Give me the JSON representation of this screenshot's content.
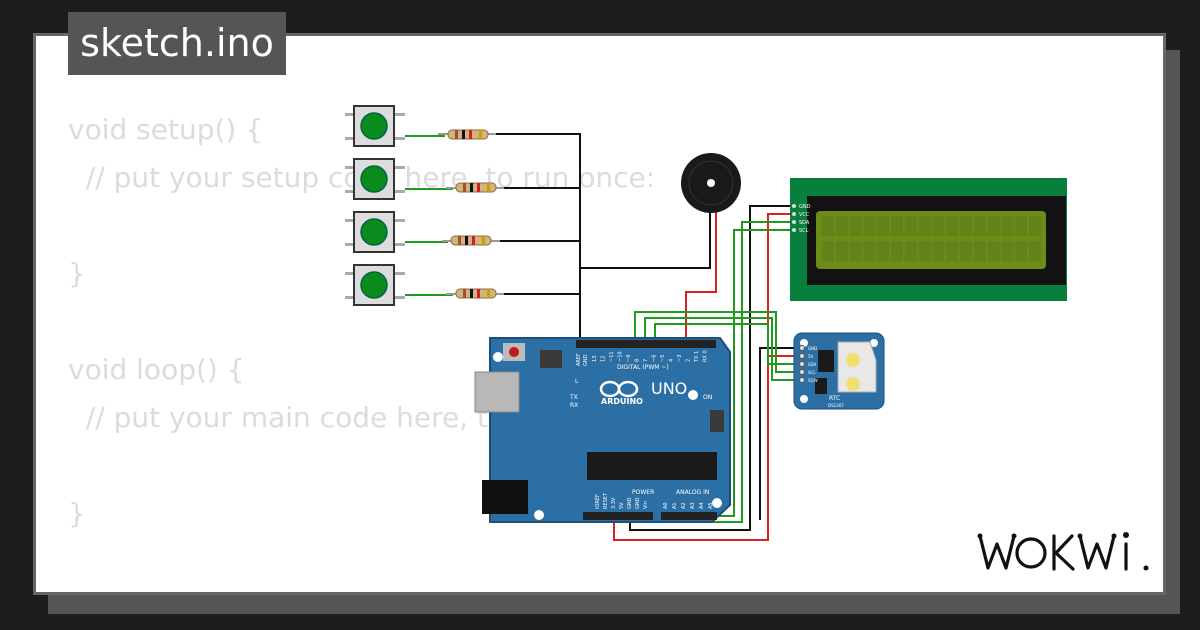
{
  "header": {
    "filename": "sketch.ino"
  },
  "code": {
    "lines": [
      "void setup() {",
      "  // put your setup code here, to run once:",
      "",
      "}",
      "",
      "void loop() {",
      "  // put your main code here, to run repeatedly:",
      "",
      "}"
    ]
  },
  "circuit": {
    "components": [
      "pushbutton",
      "pushbutton",
      "pushbutton",
      "pushbutton",
      "resistor",
      "resistor",
      "resistor",
      "resistor",
      "buzzer",
      "lcd-i2c",
      "arduino-uno",
      "rtc-ds1307"
    ],
    "arduino": {
      "brand": "ARDUINO",
      "model": "UNO",
      "digital_label": "DIGITAL (PWM ~)",
      "power_label": "POWER",
      "analog_label": "ANALOG IN",
      "on_label": "ON",
      "led_labels": [
        "L",
        "TX",
        "RX"
      ],
      "aref_label": "AREF",
      "gnd_label": "GND",
      "digital_pins": [
        "13",
        "12",
        "~11",
        "~10",
        "~9",
        "8",
        "7",
        "~6",
        "~5",
        "4",
        "~3",
        "2",
        "TX 1",
        "RX 0"
      ],
      "power_pins": [
        "IOREF",
        "RESET",
        "3.3V",
        "5V",
        "GND",
        "GND",
        "Vin"
      ],
      "analog_pins": [
        "A0",
        "A1",
        "A2",
        "A3",
        "A4",
        "A5"
      ]
    },
    "lcd": {
      "pins": [
        "GND",
        "VCC",
        "SDA",
        "SCL"
      ]
    },
    "rtc": {
      "label": "RTC",
      "chip": "DS1307",
      "pins": [
        "GND",
        "5V",
        "SDA",
        "SCL",
        "SQW"
      ]
    },
    "colors": {
      "board": "#2c6fa4",
      "wire_black": "#111111",
      "wire_red": "#e02020",
      "wire_green": "#1f9a1f",
      "lcd_frame": "#087f3c",
      "lcd_screen": "#6c8c18",
      "button_cap": "#0b8a1e"
    }
  },
  "brand": {
    "name": "WOKWI"
  }
}
